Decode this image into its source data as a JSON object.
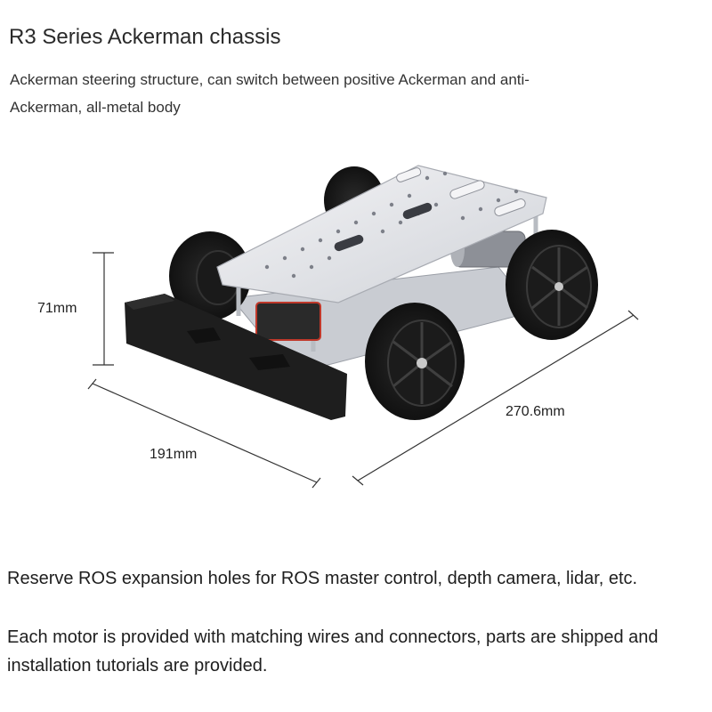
{
  "header": {
    "title": "R3 Series Ackerman chassis",
    "subtitle": "Ackerman steering structure, can switch between positive Ackerman and anti-Ackerman, all-metal body"
  },
  "dimensions": {
    "height": "71mm",
    "width": "191mm",
    "length": "270.6mm"
  },
  "features": {
    "ros_holes": "Reserve ROS expansion holes for ROS master control, depth camera, lidar, etc.",
    "motor_parts": "Each motor is provided with matching wires and connectors, parts are shipped and installation tutorials are provided."
  }
}
